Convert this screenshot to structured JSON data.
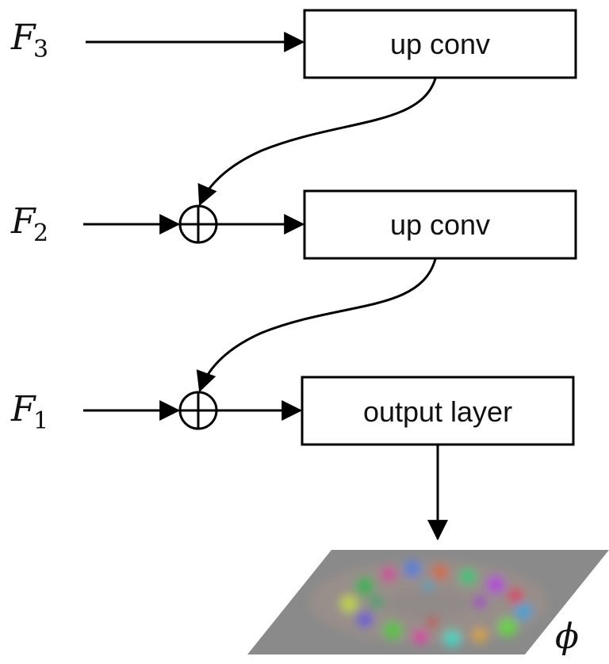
{
  "inputs": [
    {
      "symbol": "F",
      "subscript": "3"
    },
    {
      "symbol": "F",
      "subscript": "2"
    },
    {
      "symbol": "F",
      "subscript": "1"
    }
  ],
  "blocks": [
    {
      "label": "up conv"
    },
    {
      "label": "up conv"
    },
    {
      "label": "output layer"
    }
  ],
  "output": {
    "symbol": "ϕ"
  },
  "colors": {
    "stroke": "#000000",
    "text": "#111111",
    "field_base": "#8a8a8a"
  }
}
